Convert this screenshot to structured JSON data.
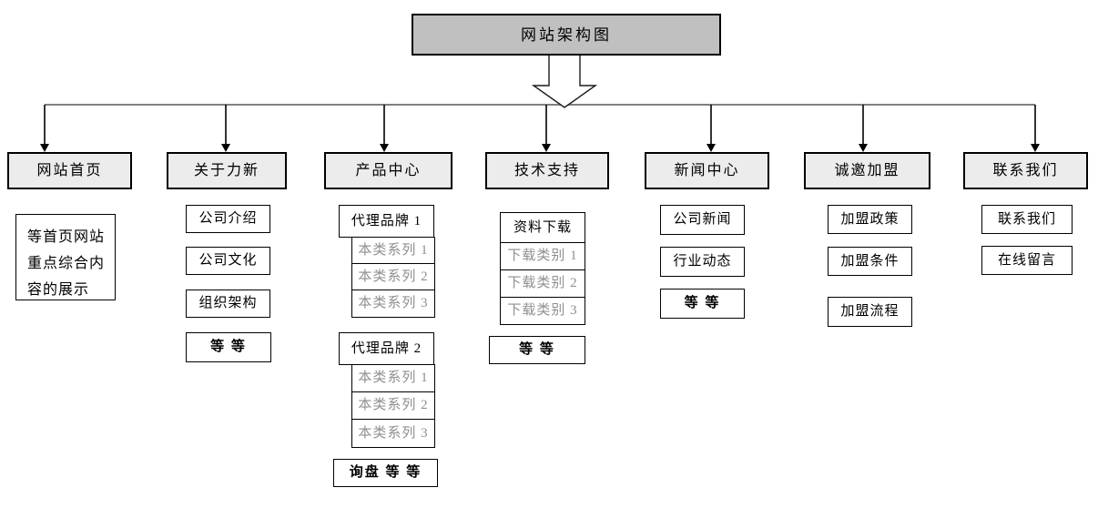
{
  "diagram": {
    "title": "网站架构图",
    "columns": [
      {
        "id": "home",
        "header": "网站首页",
        "items": [
          {
            "label": "等首页网站重点综合内容的展示",
            "style": "para"
          }
        ]
      },
      {
        "id": "about",
        "header": "关于力新",
        "items": [
          {
            "label": "公司介绍",
            "style": "normal"
          },
          {
            "label": "公司文化",
            "style": "normal"
          },
          {
            "label": "组织架构",
            "style": "normal"
          },
          {
            "label": "等 等",
            "style": "bold"
          }
        ]
      },
      {
        "id": "products",
        "header": "产品中心",
        "items": [
          {
            "label": "代理品牌 1",
            "style": "normal"
          },
          {
            "label": "本类系列 1",
            "style": "gray"
          },
          {
            "label": "本类系列 2",
            "style": "gray"
          },
          {
            "label": "本类系列 3",
            "style": "gray"
          },
          {
            "label": "代理品牌 2",
            "style": "normal"
          },
          {
            "label": "本类系列 1",
            "style": "gray"
          },
          {
            "label": "本类系列 2",
            "style": "gray"
          },
          {
            "label": "本类系列 3",
            "style": "gray"
          },
          {
            "label": "询盘 等 等",
            "style": "bold"
          }
        ]
      },
      {
        "id": "support",
        "header": "技术支持",
        "items": [
          {
            "label": "资料下载",
            "style": "normal"
          },
          {
            "label": "下载类别 1",
            "style": "gray"
          },
          {
            "label": "下载类别 2",
            "style": "gray"
          },
          {
            "label": "下载类别 3",
            "style": "gray"
          },
          {
            "label": "等 等",
            "style": "bold"
          }
        ]
      },
      {
        "id": "news",
        "header": "新闻中心",
        "items": [
          {
            "label": "公司新闻",
            "style": "normal"
          },
          {
            "label": "行业动态",
            "style": "normal"
          },
          {
            "label": "等 等",
            "style": "bold"
          }
        ]
      },
      {
        "id": "join",
        "header": "诚邀加盟",
        "items": [
          {
            "label": "加盟政策",
            "style": "normal"
          },
          {
            "label": "加盟条件",
            "style": "normal"
          },
          {
            "label": "加盟流程",
            "style": "normal"
          }
        ]
      },
      {
        "id": "contact",
        "header": "联系我们",
        "items": [
          {
            "label": "联系我们",
            "style": "normal"
          },
          {
            "label": "在线留言",
            "style": "normal"
          }
        ]
      }
    ],
    "colors": {
      "title_fill": "#c0c0c0",
      "header_fill": "#ececec",
      "box_border": "#000000",
      "gray_text": "#8f8f8f",
      "connector_line": "#7f7f7f",
      "arrow": "#000000"
    }
  }
}
